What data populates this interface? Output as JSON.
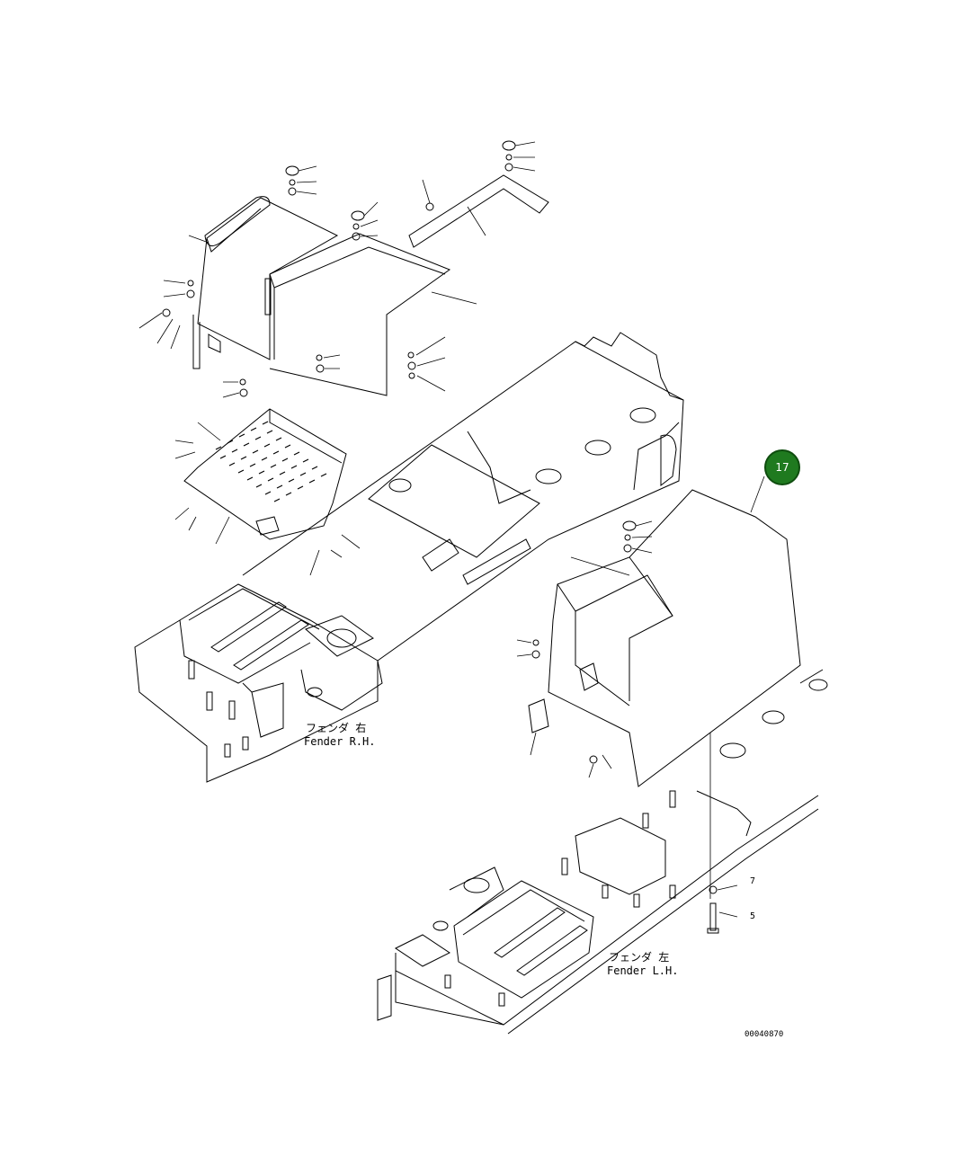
{
  "callout": {
    "label": "17"
  },
  "labels": {
    "fender_rh_jp": "フェンダ 右",
    "fender_rh_en": "Fender R.H.",
    "fender_lh_jp": "フェンダ 左",
    "fender_lh_en": "Fender L.H."
  },
  "part_numbers": {
    "p7": "7",
    "p5": "5"
  },
  "doc_number": "00040870",
  "colors": {
    "callout_fill": "#1f7a1f",
    "line": "#000000"
  }
}
